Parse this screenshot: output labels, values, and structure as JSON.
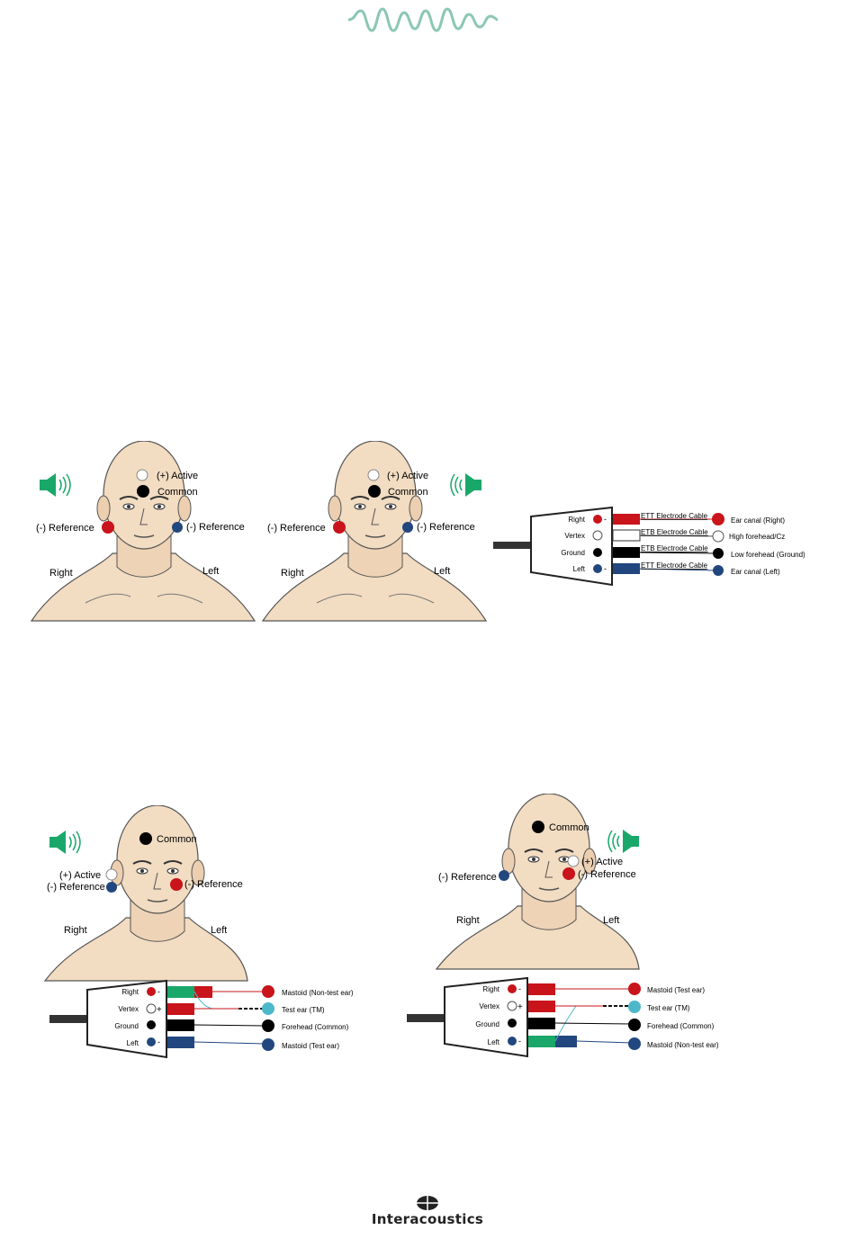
{
  "colors": {
    "wave": "#8cc7b4",
    "red": "#c8141a",
    "blue": "#22477e",
    "teal": "#4db8c9",
    "green": "#1aa86a",
    "skin": "#f2dcc2"
  },
  "fig1": {
    "left_head": {
      "active": "(+) Active",
      "common": "Common",
      "ref_right": "(-) Reference",
      "ref_left": "(-) Reference",
      "side_right": "Right",
      "side_left": "Left"
    },
    "right_head": {
      "active": "(+) Active",
      "common": "Common",
      "ref_right": "(-) Reference",
      "ref_left": "(-) Reference",
      "side_right": "Right",
      "side_left": "Left"
    },
    "connector": {
      "ports": [
        "Right",
        "Vertex",
        "Ground",
        "Left"
      ],
      "cables": [
        "ETT Electrode Cable",
        "ETB Electrode Cable",
        "ETB Electrode Cable",
        "ETT Electrode Cable"
      ],
      "ends": [
        "Ear canal (Right)",
        "High forehead/Cz",
        "Low forehead (Ground)",
        "Ear canal (Left)"
      ]
    }
  },
  "fig2": {
    "left": {
      "head": {
        "common": "Common",
        "active": "(+) Active",
        "ref_right": "(-) Reference",
        "ref_left": "(-) Reference",
        "side_right": "Right",
        "side_left": "Left"
      },
      "ports": [
        "Right",
        "Vertex",
        "Ground",
        "Left"
      ],
      "ends": [
        "Mastoid (Non-test ear)",
        "Test ear (TM)",
        "Forehead (Common)",
        "Mastoid (Test ear)"
      ]
    },
    "right": {
      "head": {
        "common": "Common",
        "active": "(+) Active",
        "ref_right": "(-) Reference",
        "ref_left": "(-) Reference",
        "side_right": "Right",
        "side_left": "Left"
      },
      "ports": [
        "Right",
        "Vertex",
        "Ground",
        "Left"
      ],
      "ends": [
        "Mastoid (Test ear)",
        "Test ear (TM)",
        "Forehead (Common)",
        "Mastoid (Non-test ear)"
      ]
    }
  },
  "footer": {
    "brand": "Interacoustics"
  }
}
